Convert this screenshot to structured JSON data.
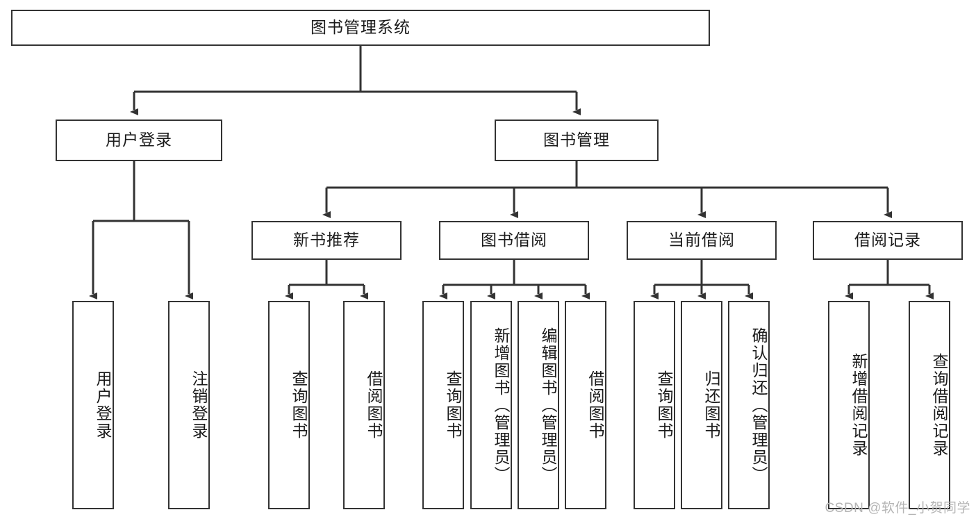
{
  "diagram": {
    "type": "tree-hierarchy-flowchart",
    "title": "图书管理系统",
    "watermark": "CSDN @软件_小贺同学",
    "colors": {
      "box_border": "#333333",
      "box_fill": "#ffffff",
      "connector": "#333333",
      "text": "#1a1a1a",
      "watermark": "#b5b5b5",
      "background": "#ffffff"
    },
    "levels": {
      "root": {
        "label": "图书管理系统"
      },
      "level2": [
        {
          "label": "用户登录"
        },
        {
          "label": "图书管理"
        }
      ],
      "level3": [
        {
          "label": "新书推荐"
        },
        {
          "label": "图书借阅"
        },
        {
          "label": "当前借阅"
        },
        {
          "label": "借阅记录"
        }
      ],
      "leaves": {
        "user_login": [
          {
            "label": "用户登录"
          },
          {
            "label": "注销登录"
          }
        ],
        "new_book_recommend": [
          {
            "label": "查询图书"
          },
          {
            "label": "借阅图书"
          }
        ],
        "book_borrow": [
          {
            "label": "查询图书"
          },
          {
            "label": "新增图书（管理员）"
          },
          {
            "label": "编辑图书（管理员）"
          },
          {
            "label": "借阅图书"
          }
        ],
        "current_borrow": [
          {
            "label": "查询图书"
          },
          {
            "label": "归还图书"
          },
          {
            "label": "确认归还（管理员）"
          }
        ],
        "borrow_record": [
          {
            "label": "新增借阅记录"
          },
          {
            "label": "查询借阅记录"
          }
        ]
      }
    }
  }
}
